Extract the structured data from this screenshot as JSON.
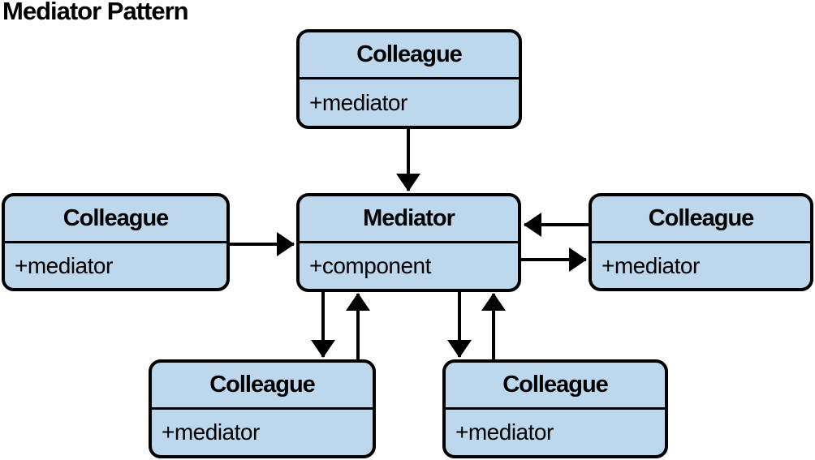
{
  "title": "Mediator Pattern",
  "colors": {
    "box_fill": "#bdd8ec",
    "box_border": "#000000",
    "arrow": "#000000",
    "background": "#ffffff"
  },
  "boxes": {
    "top_colleague": {
      "title": "Colleague",
      "attribute": "+mediator"
    },
    "left_colleague": {
      "title": "Colleague",
      "attribute": "+mediator"
    },
    "mediator": {
      "title": "Mediator",
      "attribute": "+component"
    },
    "right_colleague": {
      "title": "Colleague",
      "attribute": "+mediator"
    },
    "bottom_left_colleague": {
      "title": "Colleague",
      "attribute": "+mediator"
    },
    "bottom_right_colleague": {
      "title": "Colleague",
      "attribute": "+mediator"
    }
  },
  "edges": [
    {
      "from": "top_colleague",
      "to": "mediator",
      "direction": "down"
    },
    {
      "from": "left_colleague",
      "to": "mediator",
      "direction": "right"
    },
    {
      "from": "right_colleague",
      "to": "mediator",
      "direction": "left"
    },
    {
      "from": "mediator",
      "to": "right_colleague",
      "direction": "right"
    },
    {
      "from": "mediator",
      "to": "bottom_left_colleague",
      "direction": "down"
    },
    {
      "from": "bottom_left_colleague",
      "to": "mediator",
      "direction": "up"
    },
    {
      "from": "mediator",
      "to": "bottom_right_colleague",
      "direction": "down"
    },
    {
      "from": "bottom_right_colleague",
      "to": "mediator",
      "direction": "up"
    }
  ]
}
